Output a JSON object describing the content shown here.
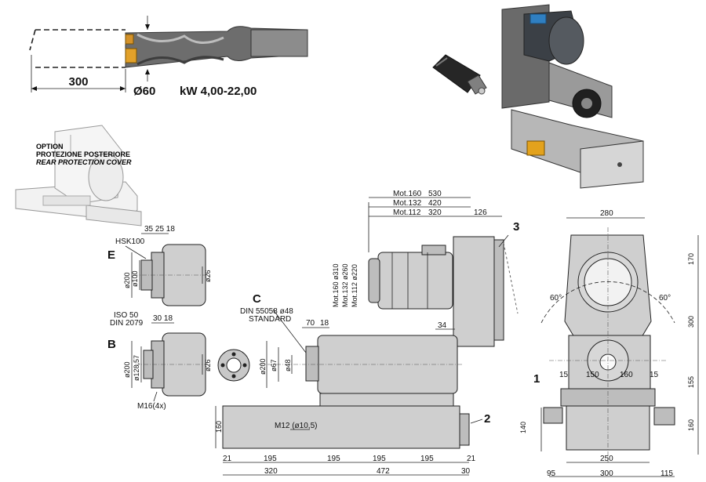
{
  "drill": {
    "length": "300",
    "diameter": "Ø60",
    "power": "kW  4,00-22,00"
  },
  "option": {
    "line1": "OPTION",
    "line2": "PROTEZIONE POSTERIORE",
    "line3": "REAR PROTECTION COVER"
  },
  "variant_e": {
    "letter": "E",
    "spec": "HSK100",
    "dims_top": "35 25 18",
    "d1": "ø200",
    "d2": "ø100",
    "d3": "ø26"
  },
  "variant_b": {
    "letter": "B",
    "spec1": "ISO  50",
    "spec2": "DIN  2079",
    "dims_top": "30 18",
    "d1": "ø200",
    "d2": "ø128,57",
    "d3": "ø26",
    "bolts": "M16(4x)"
  },
  "variant_c": {
    "letter": "C",
    "spec1": "DIN  55058 ø48",
    "spec2": "STANDARD",
    "d1": "ø200",
    "d2": "ø67",
    "d3": "ø48",
    "dim_70": "70",
    "dim_18": "18",
    "dim_34": "34"
  },
  "motors": {
    "rows": [
      {
        "name": "Mot.160",
        "value": "530"
      },
      {
        "name": "Mot.132",
        "value": "420"
      },
      {
        "name": "Mot.112",
        "value": "320"
      }
    ],
    "dim_126": "126",
    "vert": [
      "Mot.160  ø310",
      "Mot.132  ø260",
      "Mot.112  ø220"
    ]
  },
  "side_view": {
    "callout_2": "2",
    "callout_3": "3",
    "thread": "M12  (ø10,5)",
    "height": "160",
    "bottom_row1": [
      "21",
      "195",
      "195",
      "195",
      "195",
      "21"
    ],
    "bottom_row2": [
      "320",
      "472",
      "30"
    ]
  },
  "front_view": {
    "callout_1": "1",
    "width_top": "280",
    "angle_left": "60°",
    "angle_right": "60°",
    "d_150": "150",
    "d_160": "160",
    "d_15a": "15",
    "d_15b": "15",
    "right_dims": [
      "170",
      "300",
      "155",
      "160"
    ],
    "left_140": "140",
    "bottom_250": "250",
    "bottom_row": [
      "95",
      "300",
      "115"
    ]
  }
}
